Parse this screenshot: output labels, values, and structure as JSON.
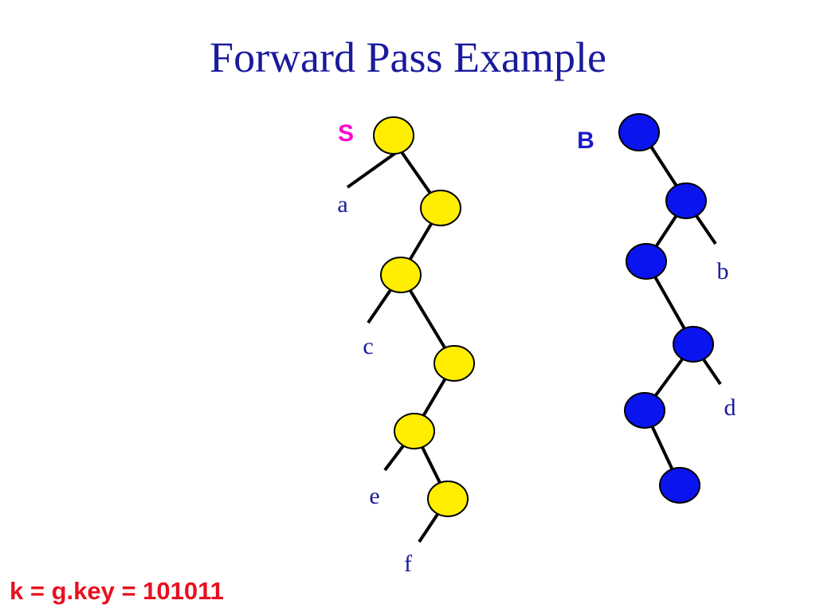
{
  "title": "Forward Pass Example",
  "footer": "k = g.key = 101011",
  "colors": {
    "title": "#1a1a9c",
    "label_s": "#ff00cc",
    "label_b": "#1a1acc",
    "leaf_label": "#1a1a9c",
    "footer": "#e8101e",
    "node_s": "#ffee00",
    "node_b": "#0a14ee"
  },
  "trees": {
    "s": {
      "label": "S",
      "leaves": [
        "a",
        "c",
        "e",
        "f"
      ]
    },
    "b": {
      "label": "B",
      "leaves": [
        "b",
        "d"
      ]
    }
  }
}
